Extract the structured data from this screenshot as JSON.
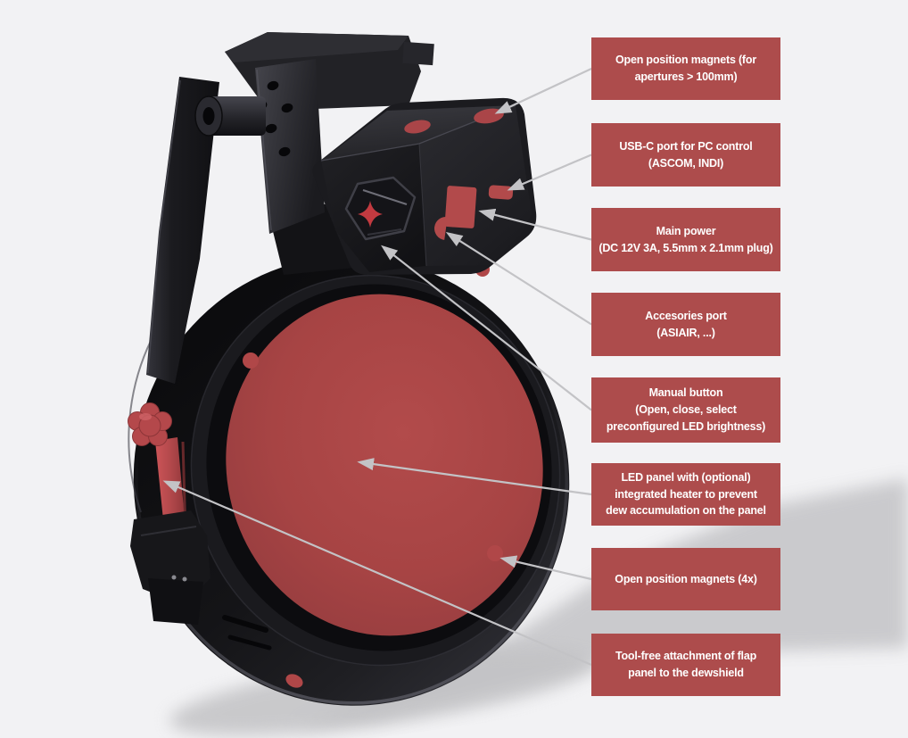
{
  "figure": {
    "kind": "annotated-product-diagram",
    "subject": "motorized-flip-flat-panel-render"
  },
  "colors": {
    "background": "#f2f2f4",
    "callout_bg": "#ad4c4c",
    "callout_text": "#ffffff",
    "connector_line": "#c3c3c6",
    "device_body_black": "#17171a",
    "led_panel_red": "#a84444",
    "accent_red": "#b24a4b",
    "cast_shadow": "#c6c6c9"
  },
  "callouts": [
    {
      "id": "open-position-magnets-large",
      "text": "Open position magnets (for\napertures > 100mm)"
    },
    {
      "id": "usb-c-port",
      "text": "USB-C port for PC control\n(ASCOM, INDI)"
    },
    {
      "id": "main-power",
      "text": "Main power\n(DC 12V 3A, 5.5mm x 2.1mm plug)"
    },
    {
      "id": "accessories-port",
      "text": "Accesories port\n(ASIAIR, ...)"
    },
    {
      "id": "manual-button",
      "text": "Manual button\n(Open, close, select\npreconfigured LED brightness)"
    },
    {
      "id": "led-panel",
      "text": "LED panel with (optional)\nintegrated heater to prevent\ndew accumulation on the panel"
    },
    {
      "id": "open-position-magnets-4x",
      "text": "Open position magnets (4x)"
    },
    {
      "id": "tool-free-attachment",
      "text": "Tool-free attachment of flap\npanel to the dewshield"
    }
  ]
}
